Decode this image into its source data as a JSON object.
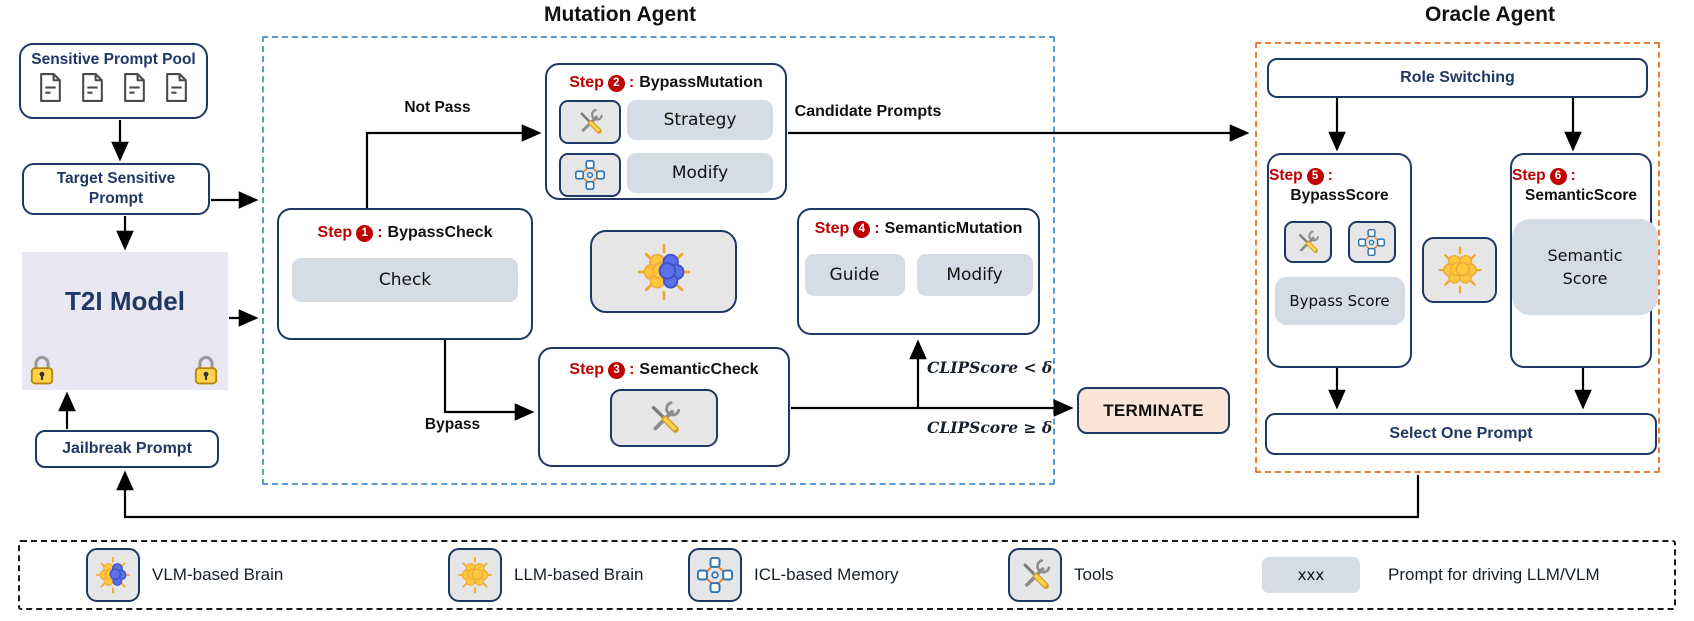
{
  "ui": {
    "colon": ":"
  },
  "titles": {
    "mutation_agent": "Mutation Agent",
    "oracle_agent": "Oracle Agent"
  },
  "pipeline": {
    "pool_label": "Sensitive Prompt Pool",
    "target_label": "Target Sensitive Prompt",
    "t2i_label": "T2I Model",
    "jailbreak_label": "Jailbreak Prompt"
  },
  "mutation": {
    "step1": {
      "prefix": "Step",
      "num": "1",
      "name": "BypassCheck",
      "pill": "Check"
    },
    "step2": {
      "prefix": "Step",
      "num": "2",
      "name": "BypassMutation",
      "pills": [
        "Strategy",
        "Modify"
      ]
    },
    "step3": {
      "prefix": "Step",
      "num": "3",
      "name": "SemanticCheck"
    },
    "step4": {
      "prefix": "Step",
      "num": "4",
      "name": "SemanticMutation",
      "pills": [
        "Guide",
        "Modify"
      ]
    },
    "edge_labels": {
      "not_pass": "Not Pass",
      "bypass": "Bypass",
      "candidate_prompts": "Candidate Prompts",
      "clipscore_lt": "CLIPScore < δ",
      "clipscore_ge": "CLIPScore ≥ δ"
    }
  },
  "terminate_label": "TERMINATE",
  "oracle": {
    "role_switching": "Role Switching",
    "step5": {
      "prefix": "Step",
      "num": "5",
      "name": "BypassScore",
      "pill": "Bypass Score"
    },
    "step6": {
      "prefix": "Step",
      "num": "6",
      "name": "SemanticScore",
      "pill": "Semantic Score"
    },
    "select_one_prompt": "Select One Prompt"
  },
  "legend": {
    "items": [
      {
        "icon": "vlm-brain-icon",
        "label": "VLM-based Brain"
      },
      {
        "icon": "llm-brain-icon",
        "label": "LLM-based Brain"
      },
      {
        "icon": "icl-memory-icon",
        "label": "ICL-based Memory"
      },
      {
        "icon": "tools-icon",
        "label": "Tools"
      },
      {
        "icon": "prompt-pill",
        "pill": "xxx",
        "label": "Prompt for driving LLM/VLM"
      }
    ]
  },
  "colors": {
    "step_red": "#C00000",
    "navy": "#1F3864",
    "mutation_dash": "#5B9BD5",
    "oracle_dash": "#ED7D31",
    "pill_bg": "#D6DCE5",
    "terminate_bg": "#FBE5D6",
    "t2i_bg": "#E9E7F2"
  }
}
